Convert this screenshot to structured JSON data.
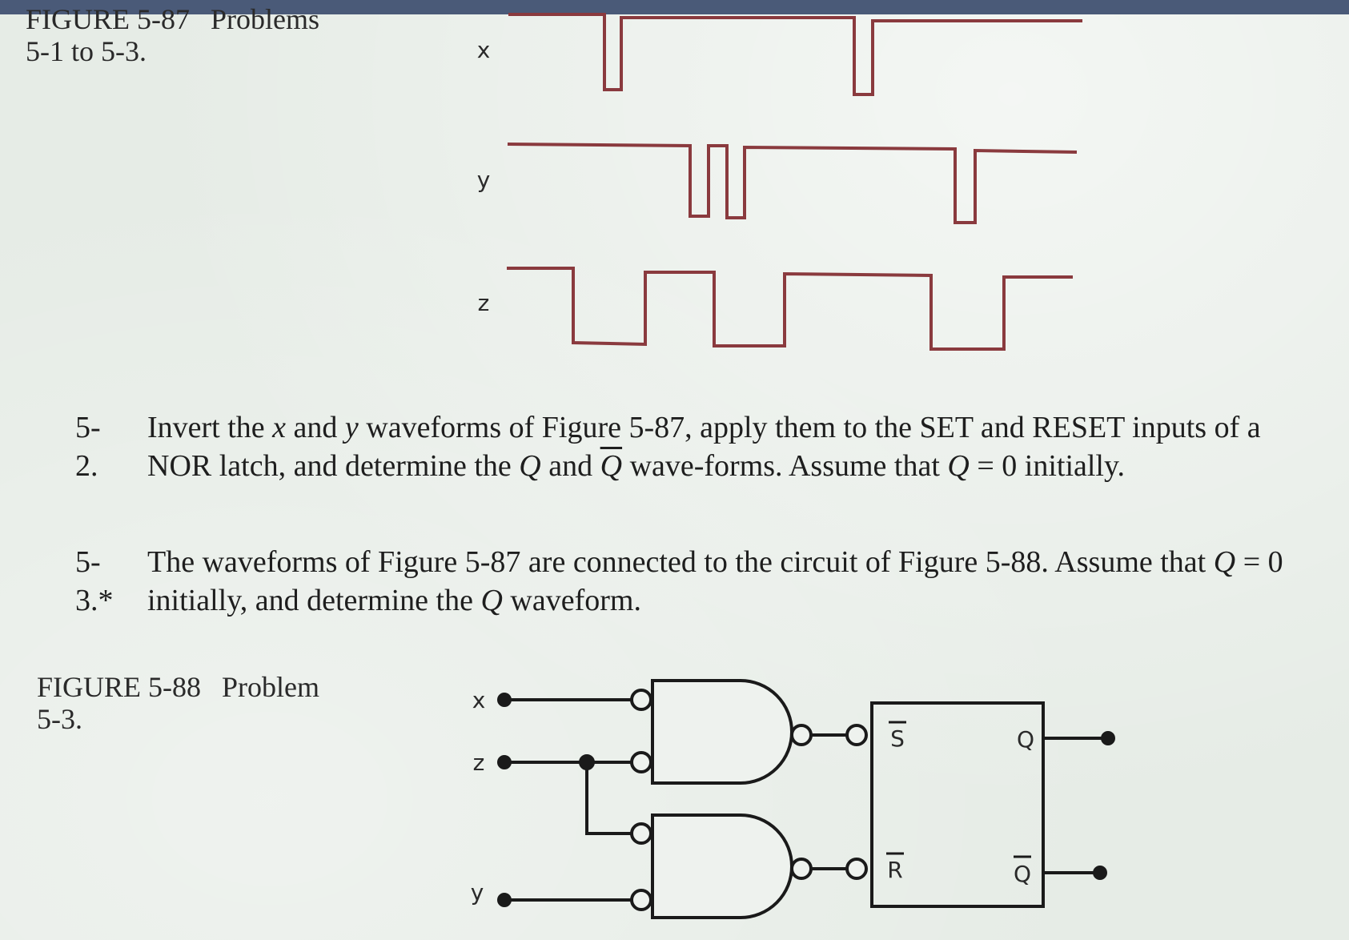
{
  "figure_87": {
    "number": "FIGURE 5-87",
    "title": "Problems",
    "subtitle": "5-1 to 5-3.",
    "signals": [
      {
        "label": "x",
        "transitions": [
          0,
          1,
          2,
          3
        ],
        "initial": "high"
      },
      {
        "label": "y",
        "initial": "high"
      },
      {
        "label": "z",
        "initial": "high"
      }
    ]
  },
  "problem_5_2": {
    "number": "5-2.",
    "text_1": "Invert the ",
    "x": "x",
    "text_2": " and ",
    "y": "y",
    "text_3": " waveforms of Figure 5-87, apply them to the SET and RESET inputs of a NOR latch, and determine the ",
    "q": "Q",
    "text_4": " and ",
    "qbar": "Q",
    "text_5": " wave-forms. Assume that ",
    "q2": "Q",
    "text_6": " = 0 initially."
  },
  "problem_5_3": {
    "number": "5-3.*",
    "text_1": "The waveforms of Figure 5-87 are connected to the circuit of Figure 5-88. Assume that ",
    "q": "Q",
    "text_2": " = 0 initially, and determine the ",
    "q2": "Q",
    "text_3": " waveform."
  },
  "figure_88": {
    "number": "FIGURE 5-88",
    "title": "Problem",
    "subtitle": "5-3.",
    "inputs": {
      "x": "x",
      "z": "z",
      "y": "y"
    },
    "latch": {
      "s": "S",
      "r": "R",
      "q": "Q",
      "qbar": "Q"
    }
  },
  "colors": {
    "waveform": "#8a3a3e",
    "circuit": "#1a1a1a",
    "header_bar": "#4a5a78"
  }
}
